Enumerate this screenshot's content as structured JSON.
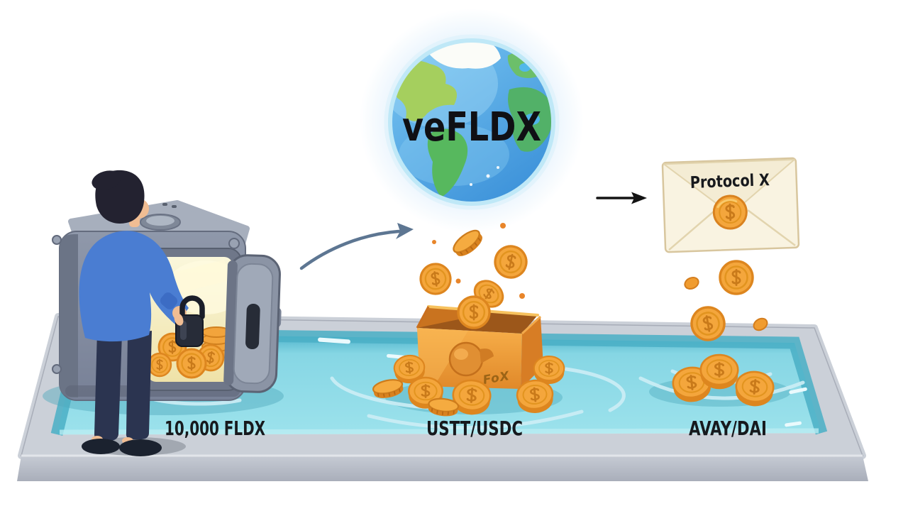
{
  "diagram": {
    "globe": {
      "label": "veFLDX",
      "icon": "globe-earth-icon"
    },
    "envelope": {
      "label": "Protocol X",
      "icon": "envelope-icon",
      "seal_icon": "dollar-coin-seal-icon"
    },
    "vault": {
      "icon": "open-safe-icon",
      "contents_icon": "gold-coins-icon",
      "lock_icon": "padlock-icon"
    },
    "person": {
      "icon": "person-holding-padlock-figure"
    },
    "coin_box": {
      "icon": "coin-box-icon",
      "scribble": "FoX"
    },
    "coin_symbol": "$",
    "arrows": [
      {
        "id": "vault-to-globe",
        "type": "curved-gray"
      },
      {
        "id": "globe-to-protocol",
        "type": "straight-black"
      }
    ],
    "pool": {
      "icon": "liquidity-pool",
      "labels": [
        {
          "text": "10,000 FLDX"
        },
        {
          "text": "USTT/USDC"
        },
        {
          "text": "AVAY/DAI"
        }
      ]
    }
  },
  "colors": {
    "background": "#ffffff",
    "water": "#86d6e4",
    "water_deep": "#48aec7",
    "tray_rim": "#cbd0d8",
    "tray_front": "#b7bcc7",
    "gold": "#f4a63c",
    "gold_dark": "#d9821f",
    "vault_gray": "#8a93a5",
    "vault_frame": "#6f7789",
    "vault_glow": "#f8f5d8",
    "sweater_blue": "#4a7dd2",
    "pants_navy": "#2b3450",
    "skin": "#f0bd93",
    "hair_black": "#232230",
    "envelope_cream": "#f9f3e1",
    "envelope_line": "#d8c69e",
    "box_orange": "#f09c38",
    "ocean_blue": "#4f9fe0",
    "land_green": "#57b85e",
    "land_yellow_green": "#a5cf5e",
    "arrow_gray": "#5d7692",
    "arrow_black": "#131313",
    "label_text": "#17191d"
  }
}
